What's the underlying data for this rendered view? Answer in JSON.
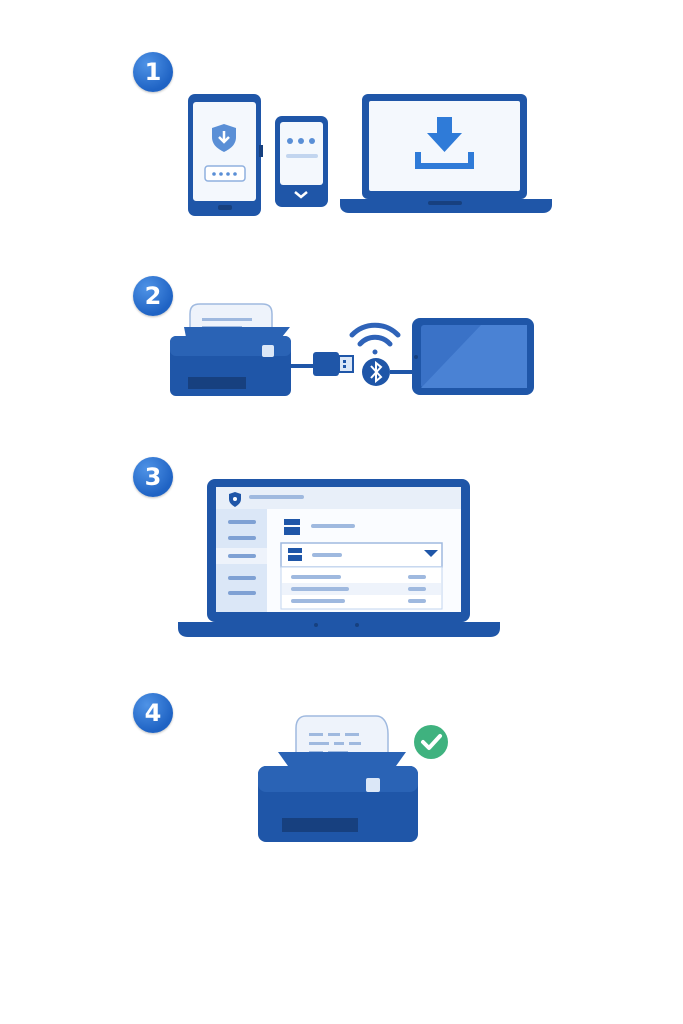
{
  "steps": [
    {
      "number": "1",
      "icon": "download-app-icon"
    },
    {
      "number": "2",
      "icon": "connect-printer-icon"
    },
    {
      "number": "3",
      "icon": "select-printer-icon"
    },
    {
      "number": "4",
      "icon": "print-success-icon"
    }
  ],
  "colors": {
    "primary": "#1f56a8",
    "primary_dark": "#17407f",
    "accent": "#2f7bd8",
    "light": "#dbe7f7",
    "screen": "#f4f8fd",
    "success": "#3fb27f"
  }
}
